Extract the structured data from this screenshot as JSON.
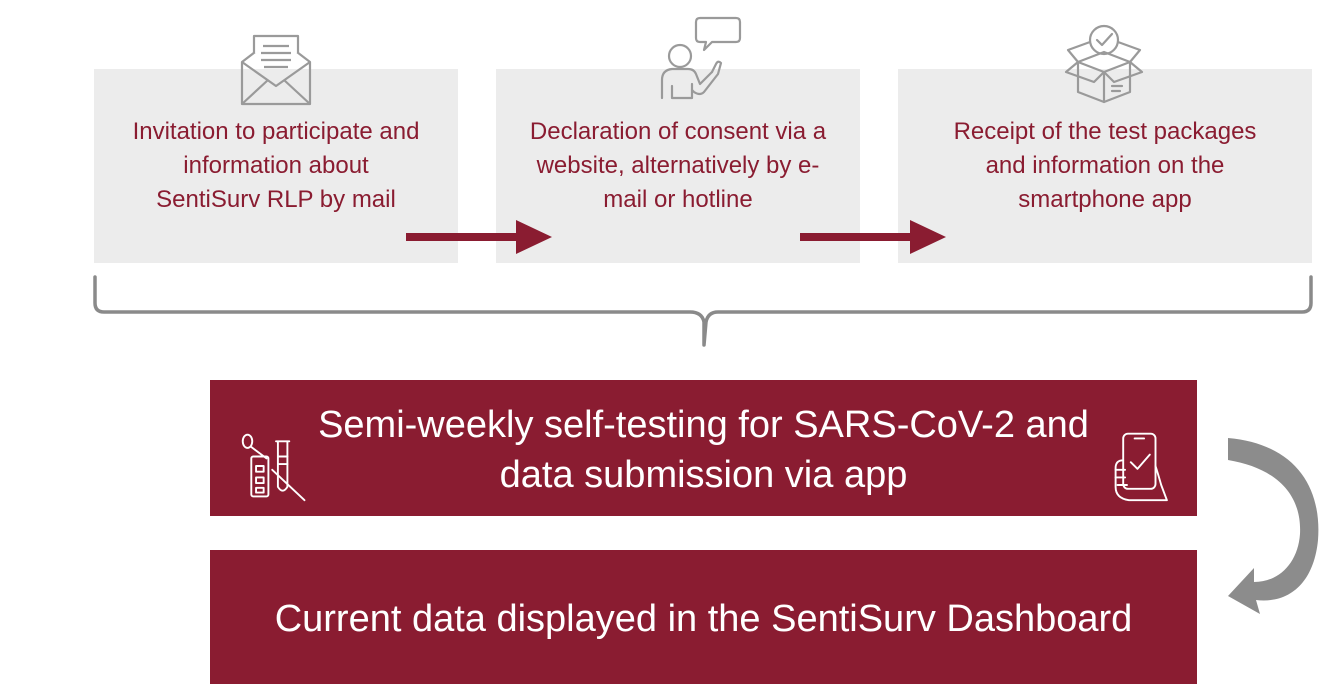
{
  "steps": [
    {
      "text": "Invitation to participate and\ninformation about\nSentiSurv RLP by mail",
      "icon": "envelope-icon"
    },
    {
      "text": "Declaration of consent via a\nwebsite, alternatively by e-\nmail or hotline",
      "icon": "person-speech-icon"
    },
    {
      "text": "Receipt of the test packages\nand information on the\nsmartphone app",
      "icon": "package-check-icon"
    }
  ],
  "bars": [
    {
      "text": "Semi-weekly self-testing for SARS-CoV-2 and\ndata submission via app",
      "icon_left": "test-kit-icon",
      "icon_right": "smartphone-check-icon"
    },
    {
      "text": "Current data displayed in the SentiSurv Dashboard"
    }
  ],
  "colors": {
    "accent": "#8a1c31",
    "box_bg": "#ececec",
    "icon_gray": "#9a9a9a",
    "curved_arrow": "#8c8c8c"
  }
}
